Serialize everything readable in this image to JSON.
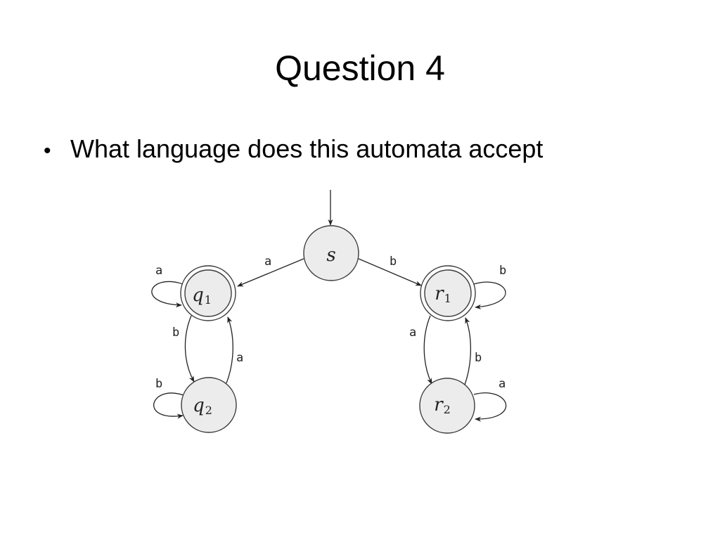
{
  "slide": {
    "title": "Question 4",
    "bullet_text": "What language does this automata accept"
  },
  "automaton": {
    "states": [
      {
        "id": "s",
        "base": "s",
        "sub": "",
        "accepting": false,
        "start": true
      },
      {
        "id": "q1",
        "base": "q",
        "sub": "1",
        "accepting": true,
        "start": false
      },
      {
        "id": "q2",
        "base": "q",
        "sub": "2",
        "accepting": false,
        "start": false
      },
      {
        "id": "r1",
        "base": "r",
        "sub": "1",
        "accepting": true,
        "start": false
      },
      {
        "id": "r2",
        "base": "r",
        "sub": "2",
        "accepting": false,
        "start": false
      }
    ],
    "transitions": [
      {
        "id": "s-q1",
        "from": "s",
        "to": "q1",
        "symbol": "a"
      },
      {
        "id": "s-r1",
        "from": "s",
        "to": "r1",
        "symbol": "b"
      },
      {
        "id": "q1-q1",
        "from": "q1",
        "to": "q1",
        "symbol": "a"
      },
      {
        "id": "q1-q2",
        "from": "q1",
        "to": "q2",
        "symbol": "b"
      },
      {
        "id": "q2-q1",
        "from": "q2",
        "to": "q1",
        "symbol": "a"
      },
      {
        "id": "q2-q2",
        "from": "q2",
        "to": "q2",
        "symbol": "b"
      },
      {
        "id": "r1-r1",
        "from": "r1",
        "to": "r1",
        "symbol": "b"
      },
      {
        "id": "r1-r2",
        "from": "r1",
        "to": "r2",
        "symbol": "a"
      },
      {
        "id": "r2-r1",
        "from": "r2",
        "to": "r1",
        "symbol": "b"
      },
      {
        "id": "r2-r2",
        "from": "r2",
        "to": "r2",
        "symbol": "a"
      }
    ]
  },
  "colors": {
    "state_fill": "#ececec",
    "stroke": "#222222",
    "text": "#000000"
  }
}
